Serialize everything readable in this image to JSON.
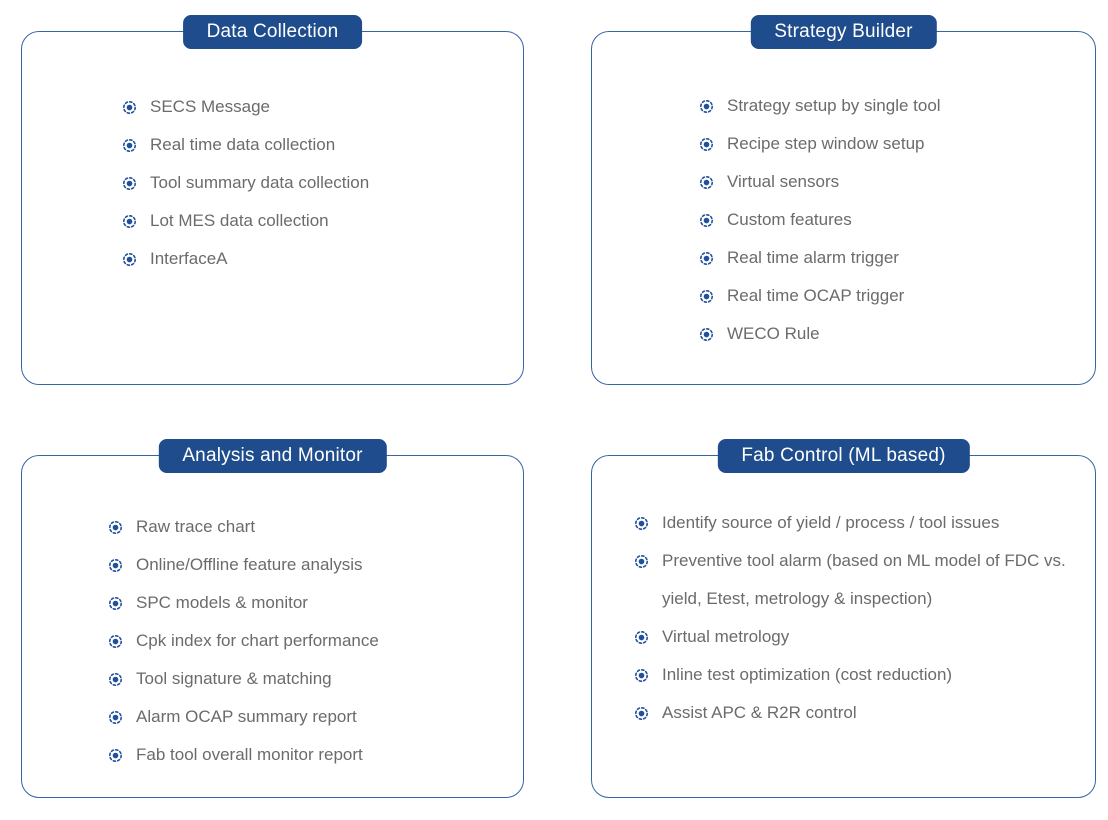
{
  "panels": [
    {
      "title": "Data Collection",
      "items": [
        "SECS Message",
        "Real time data collection",
        "Tool summary data collection",
        "Lot MES data collection",
        "InterfaceA"
      ]
    },
    {
      "title": "Strategy Builder",
      "items": [
        "Strategy setup by single tool",
        "Recipe step window setup",
        "Virtual sensors",
        "Custom features",
        "Real time alarm trigger",
        "Real time OCAP trigger",
        "WECO Rule"
      ]
    },
    {
      "title": "Analysis and Monitor",
      "items": [
        "Raw trace chart",
        "Online/Offline feature analysis",
        "SPC models & monitor",
        "Cpk index for chart performance",
        "Tool signature & matching",
        "Alarm OCAP summary report",
        "Fab tool overall monitor report"
      ]
    },
    {
      "title": "Fab Control (ML based)",
      "items": [
        "Identify source of yield / process / tool issues",
        "Preventive tool alarm (based on ML model of FDC vs. yield, Etest, metrology & inspection)",
        "Virtual metrology",
        "Inline test optimization (cost reduction)",
        "Assist APC & R2R control"
      ]
    }
  ],
  "icons": {
    "bullet": "dotted-ring-with-center-dot"
  },
  "colors": {
    "badge_bg": "#1e4c8c",
    "badge_text": "#ffffff",
    "panel_border": "#3566a4",
    "item_text": "#6b6b6b",
    "bullet": "#21509b",
    "background": "#ffffff"
  }
}
